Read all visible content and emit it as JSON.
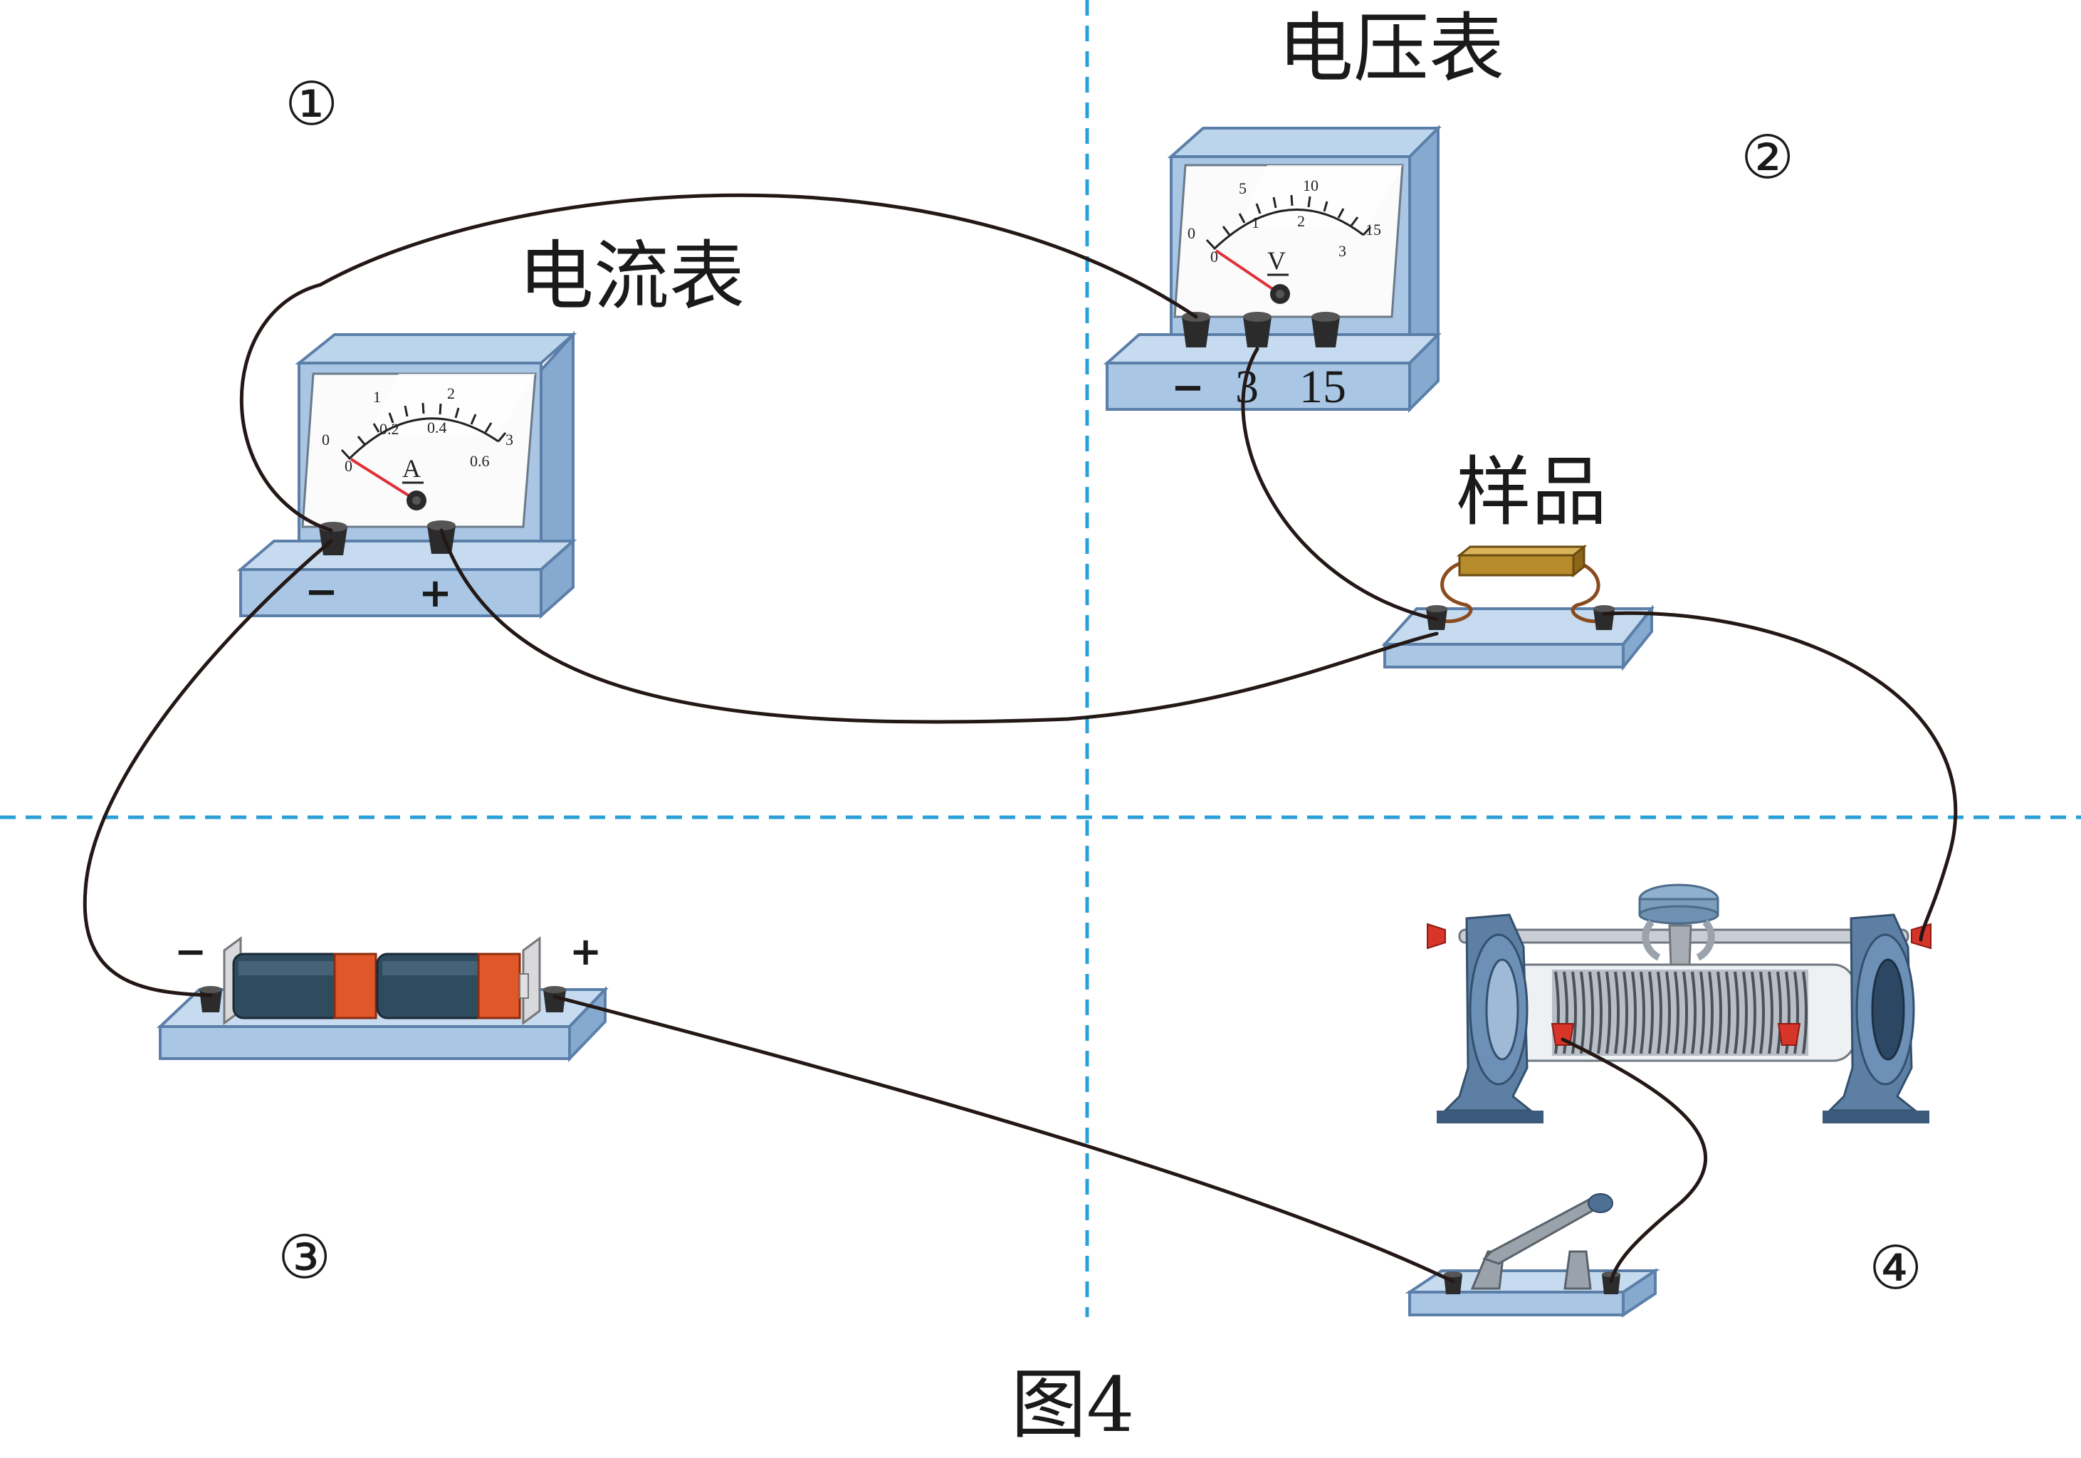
{
  "labels": {
    "ammeter": "电流表",
    "voltmeter": "电压表",
    "sample": "样品",
    "caption": "图4"
  },
  "quadrants": {
    "q1": "①",
    "q2": "②",
    "q3": "③",
    "q4": "④"
  },
  "ammeter": {
    "unit": "A",
    "terminal_minus": "−",
    "terminal_plus": "+",
    "scale_outer": [
      "0",
      "1",
      "2",
      "3"
    ],
    "scale_inner": [
      "0",
      "0.2",
      "0.4",
      "0.6"
    ]
  },
  "voltmeter": {
    "unit": "V",
    "terminal_minus": "−",
    "terminal_3": "3",
    "terminal_15": "15",
    "scale_outer": [
      "0",
      "5",
      "10",
      "15"
    ],
    "scale_inner": [
      "0",
      "1",
      "2",
      "3"
    ]
  },
  "battery": {
    "terminal_minus": "−",
    "terminal_plus": "+"
  },
  "colors": {
    "device_body": "#a9c6e4",
    "device_edge": "#5b7fa8",
    "guide_line": "#2a9fd8",
    "wire": "#231815",
    "needle": "#e0303a"
  }
}
